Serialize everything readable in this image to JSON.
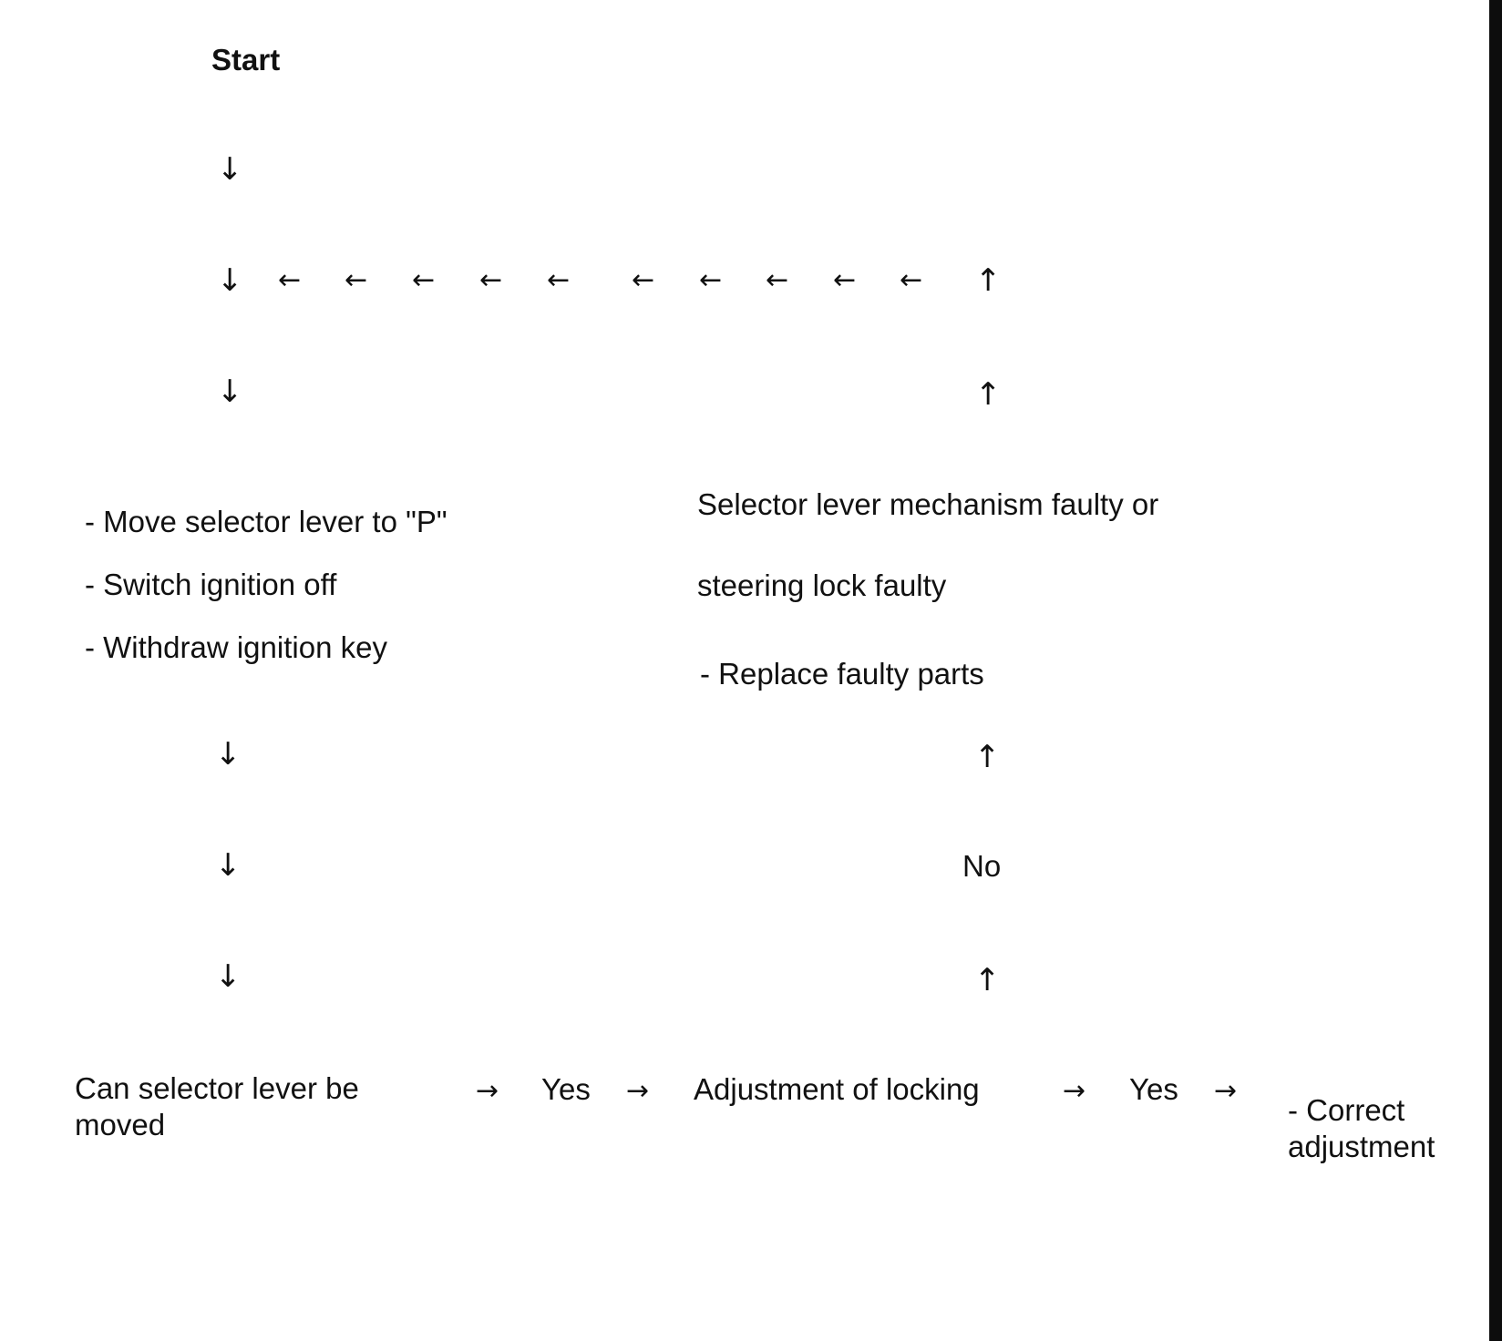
{
  "nodes": {
    "start": "Start",
    "prepare": {
      "items": [
        "- Move selector lever to \"P\"",
        "- Switch ignition off",
        "- Withdraw ignition key"
      ]
    },
    "question": "Can selector lever be moved",
    "yes_1": "Yes",
    "adjustment": "Adjustment of locking",
    "yes_2": "Yes",
    "correct": "- Correct adjustment",
    "fault_line_1": "Selector lever mechanism faulty or",
    "fault_line_2": "steering lock faulty",
    "replace": "- Replace faulty parts",
    "no": "No"
  },
  "glyphs": {
    "down": "↓",
    "up": "↑",
    "left": "←",
    "right": "→"
  }
}
